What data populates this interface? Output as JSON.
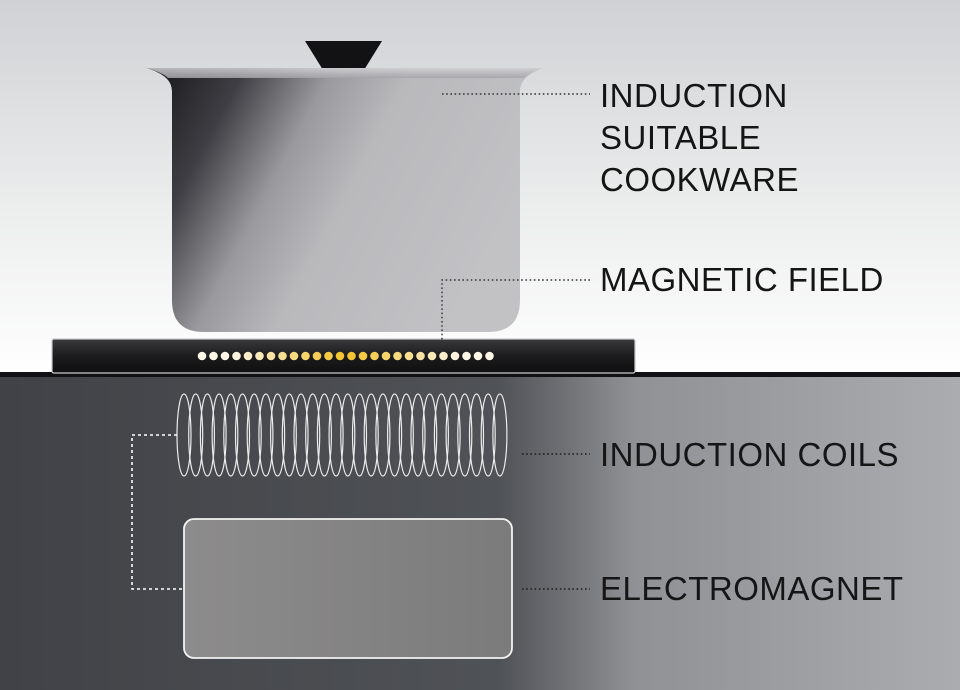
{
  "labels": {
    "cookware": [
      "INDUCTION",
      "SUITABLE",
      "COOKWARE"
    ],
    "magnetic_field": "MAGNETIC FIELD",
    "induction_coils": "INDUCTION COILS",
    "electromagnet": "ELECTROMAGNET"
  },
  "colors": {
    "upper_background": "#e8e9eb",
    "lower_background": "#4a4c50",
    "cooktop": "#1c1c1e",
    "field_dot_outer": "#fbf6e6",
    "field_dot_center": "#f3c12a",
    "coil_stroke": "#ececec",
    "electromagnet_fill": "#848383",
    "leader_line": "#333333",
    "label_text": "#151515"
  },
  "icons": {
    "pot": "cooking-pot-icon",
    "coil": "coil-loop-icon"
  }
}
